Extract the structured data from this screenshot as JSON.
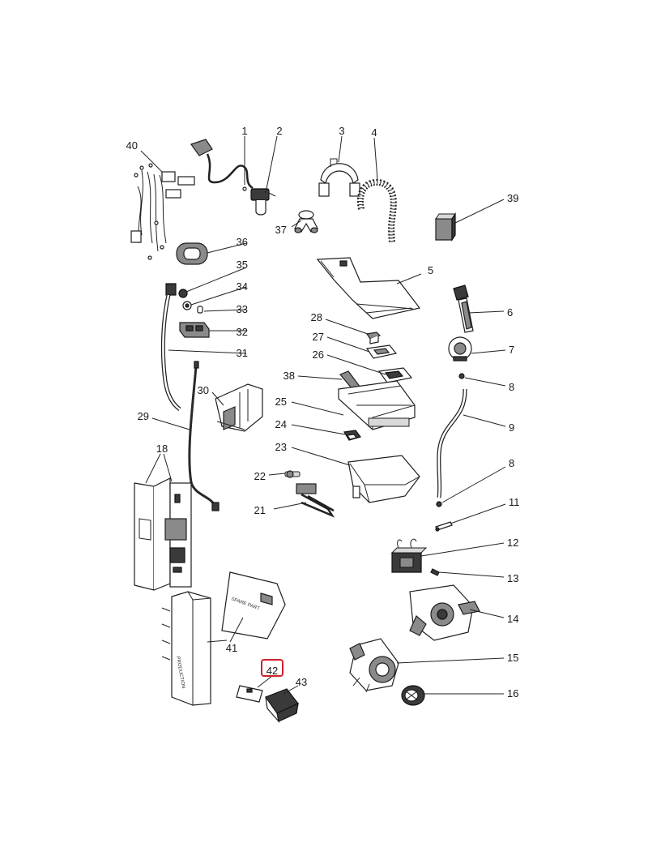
{
  "diagram": {
    "highlight_color": "#d0202a",
    "highlighted_part": "42",
    "parts": [
      {
        "label": "1"
      },
      {
        "label": "2"
      },
      {
        "label": "3"
      },
      {
        "label": "4"
      },
      {
        "label": "5"
      },
      {
        "label": "6"
      },
      {
        "label": "7"
      },
      {
        "label": "8"
      },
      {
        "label": "9"
      },
      {
        "label": "8"
      },
      {
        "label": "11"
      },
      {
        "label": "12"
      },
      {
        "label": "13"
      },
      {
        "label": "14"
      },
      {
        "label": "15"
      },
      {
        "label": "16"
      },
      {
        "label": "18"
      },
      {
        "label": "21"
      },
      {
        "label": "22"
      },
      {
        "label": "23"
      },
      {
        "label": "24"
      },
      {
        "label": "25"
      },
      {
        "label": "26"
      },
      {
        "label": "27"
      },
      {
        "label": "28"
      },
      {
        "label": "29"
      },
      {
        "label": "30"
      },
      {
        "label": "31"
      },
      {
        "label": "32"
      },
      {
        "label": "33"
      },
      {
        "label": "34"
      },
      {
        "label": "35"
      },
      {
        "label": "36"
      },
      {
        "label": "37"
      },
      {
        "label": "38"
      },
      {
        "label": "39"
      },
      {
        "label": "40"
      },
      {
        "label": "41"
      },
      {
        "label": "42"
      },
      {
        "label": "43"
      }
    ],
    "printed_text": {
      "spare_part": "SPARE PART",
      "production": "PRODUCTION"
    }
  }
}
